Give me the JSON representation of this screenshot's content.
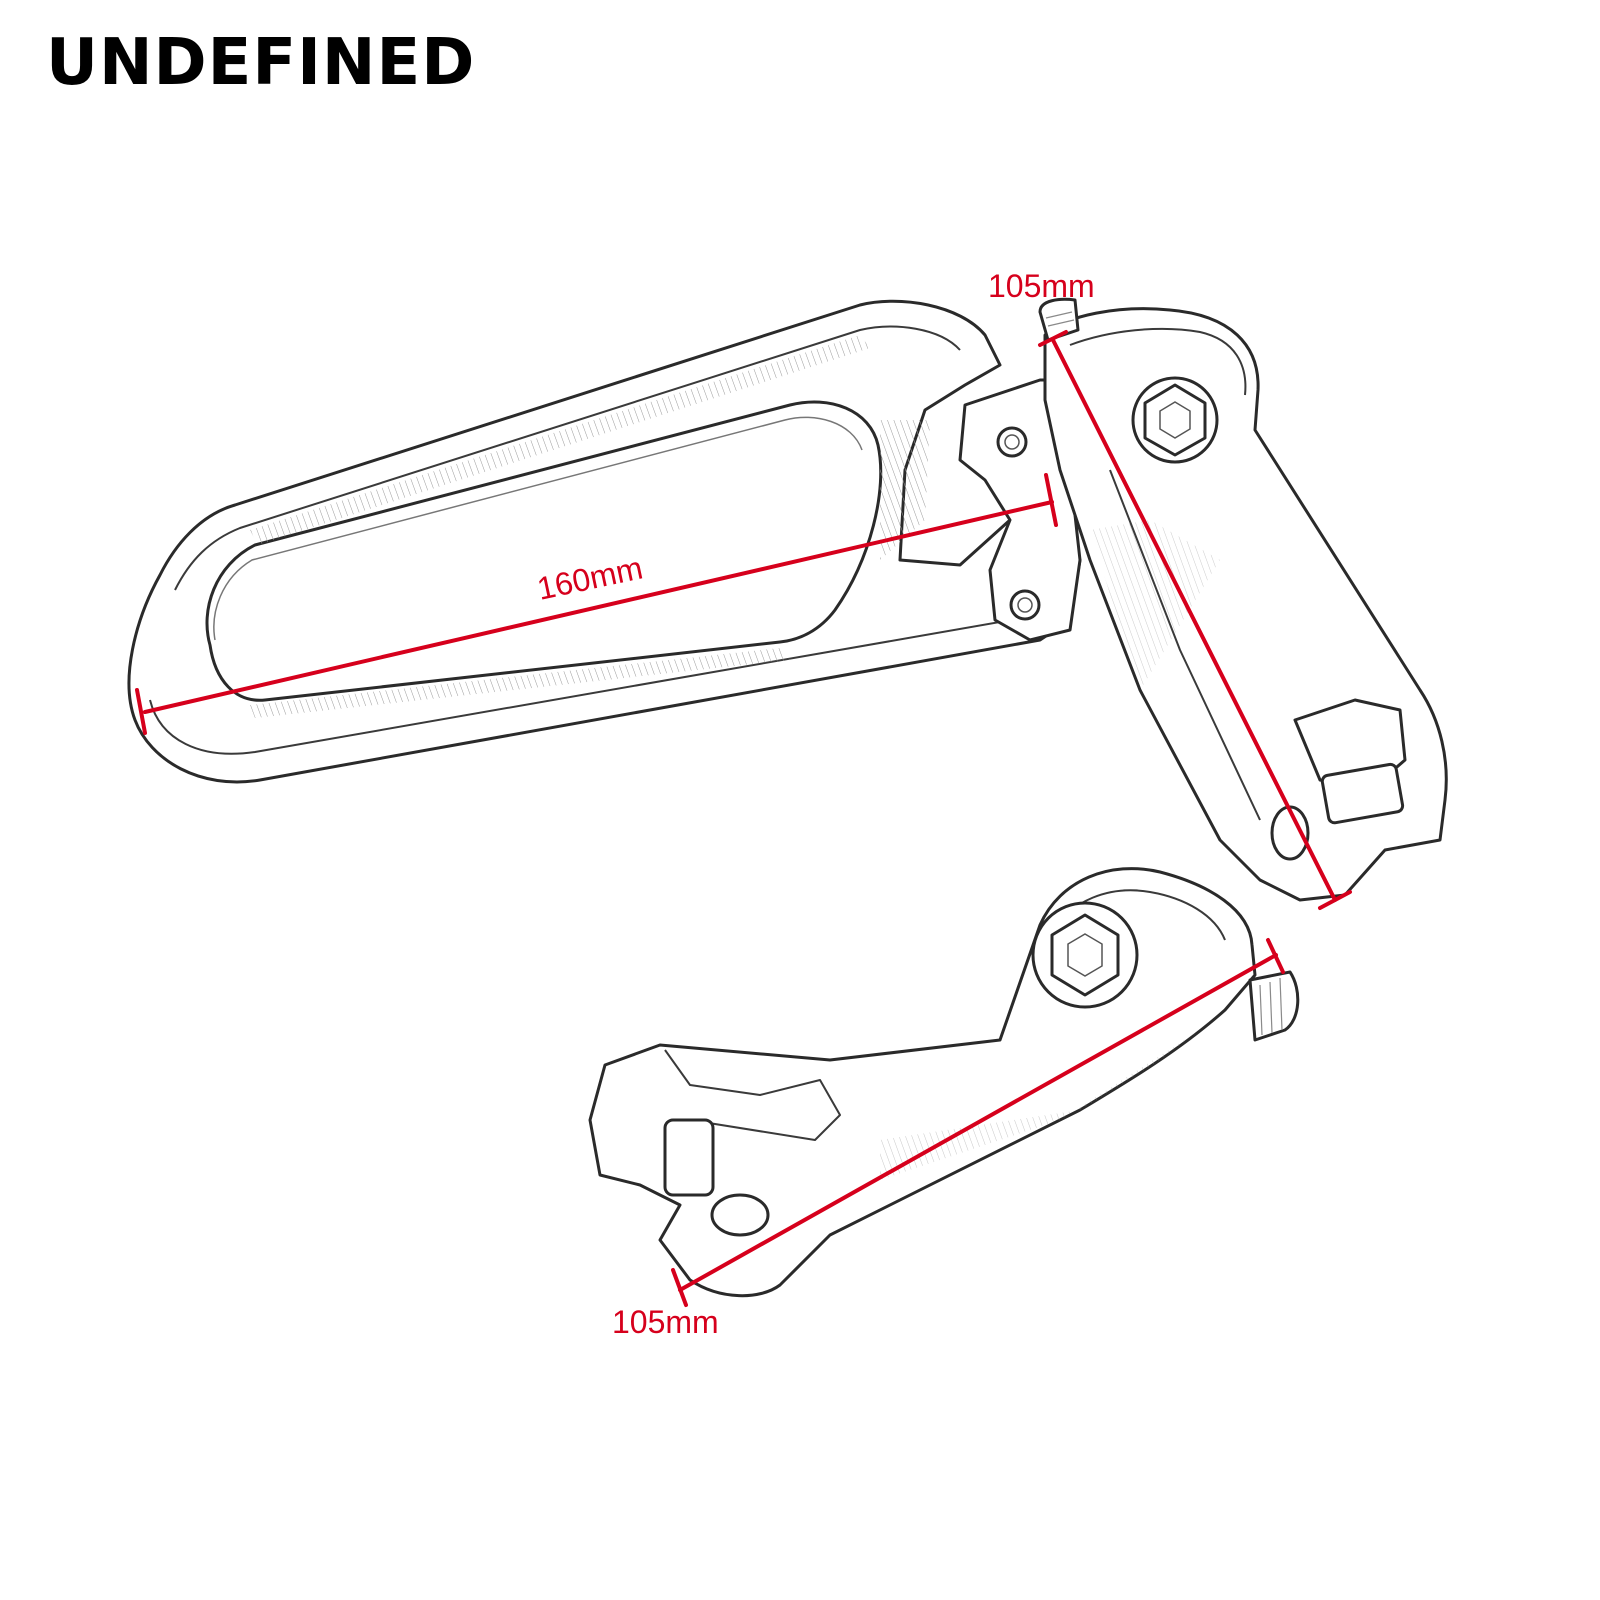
{
  "brand": {
    "name": "UNDEFINED"
  },
  "colors": {
    "dimension": "#d6001c",
    "outline": "#2a2a2a",
    "background": "#ffffff"
  },
  "dimensions": {
    "overall_length": "160mm",
    "upper_bracket": "105mm",
    "lower_bracket": "105mm"
  }
}
